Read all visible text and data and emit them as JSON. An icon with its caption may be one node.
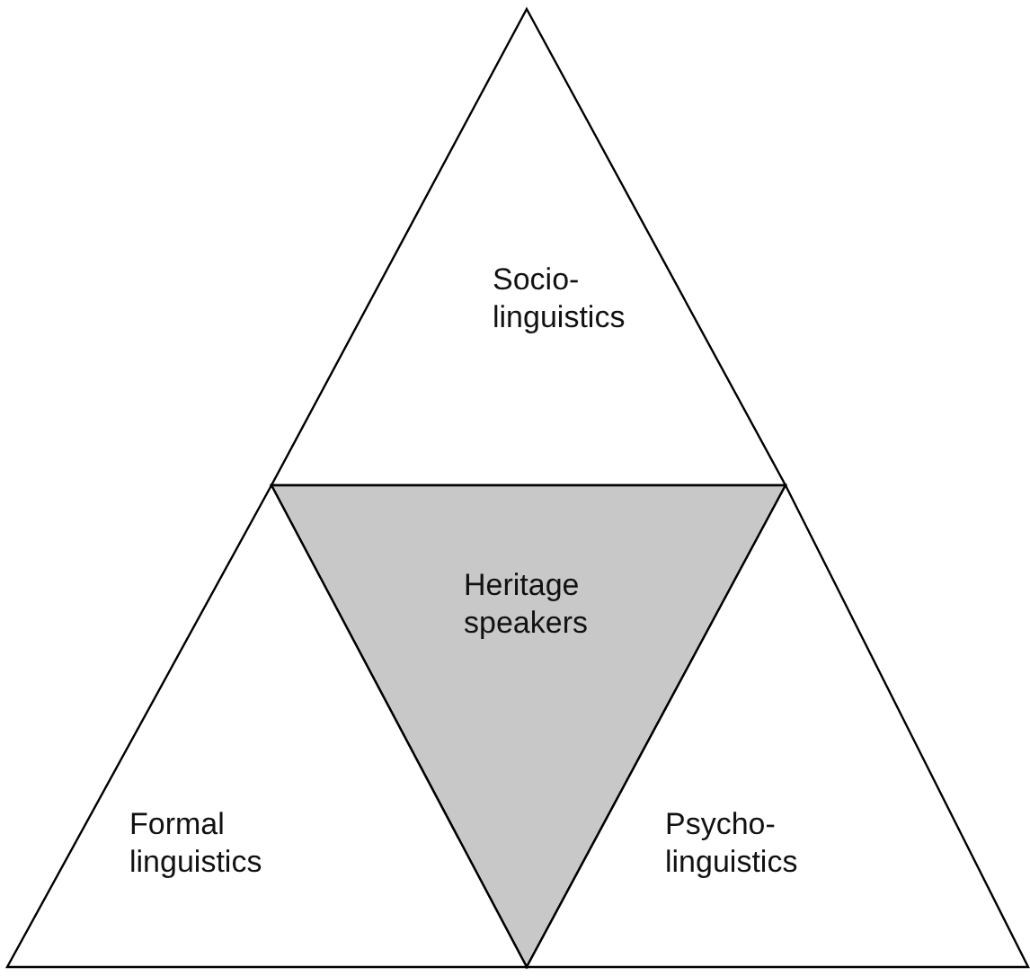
{
  "diagram": {
    "nodes": [
      {
        "text": [
          "Socio- linguistics"
        ]
      },
      {
        "text": [
          "Heritage speakers"
        ]
      },
      {
        "text": [
          "Formal linguistics"
        ]
      },
      {
        "text": [
          "Psycho- linguistics"
        ]
      }
    ]
  }
}
